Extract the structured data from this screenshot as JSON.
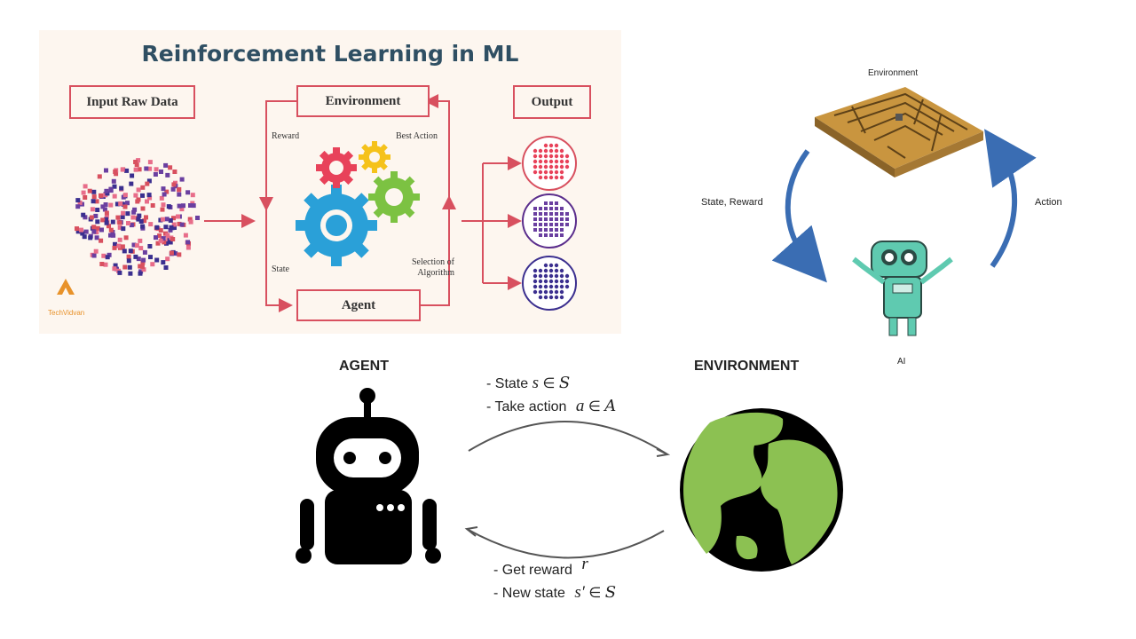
{
  "panel1": {
    "title": "Reinforcement Learning in ML",
    "boxes": {
      "input": "Input Raw Data",
      "environment": "Environment",
      "output": "Output",
      "agent": "Agent"
    },
    "labels": {
      "reward": "Reward",
      "best_action": "Best Action",
      "state": "State",
      "selection": "Selection of Algorithm"
    },
    "logo": "TechVidvan",
    "colors": {
      "accent": "#d8505f",
      "title": "#2f4f63",
      "gear_blue": "#2aa0d8",
      "gear_green": "#7cc242",
      "gear_yellow": "#f5c21b",
      "gear_red": "#e8425a"
    }
  },
  "panel2": {
    "environment": "Environment",
    "state_reward": "State, Reward",
    "action": "Action",
    "ai": "AI",
    "colors": {
      "arrow": "#3a6db3",
      "robot": "#5fcab0",
      "maze": "#b9893b"
    }
  },
  "panel3": {
    "agent": "AGENT",
    "environment": "ENVIRONMENT",
    "top_line1_text": "- State",
    "top_line1_math": "s",
    "top_line1_rel": "∈",
    "top_line1_set": "S",
    "top_line2_text": "- Take action",
    "top_line2_math": "a",
    "top_line2_rel": "∈",
    "top_line2_set": "A",
    "bottom_line1_text": "- Get reward",
    "bottom_line1_math": "r",
    "bottom_line2_text": "- New state",
    "bottom_line2_math": "s′",
    "bottom_line2_rel": "∈",
    "bottom_line2_set": "S",
    "colors": {
      "earth_land": "#8cc152",
      "robot": "#000000"
    }
  }
}
